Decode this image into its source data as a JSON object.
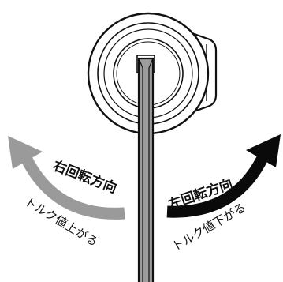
{
  "left_arrow": {
    "direction_label": "右回転方向",
    "torque_label": "トルク値上がる",
    "color": "#9a9a9a"
  },
  "right_arrow": {
    "direction_label": "左回転方向",
    "torque_label": "トルク値下がる",
    "color": "#0a0a0a"
  },
  "colors": {
    "outline": "#111111",
    "shaft_fill": "#9c9c9c",
    "background": "#ffffff"
  }
}
